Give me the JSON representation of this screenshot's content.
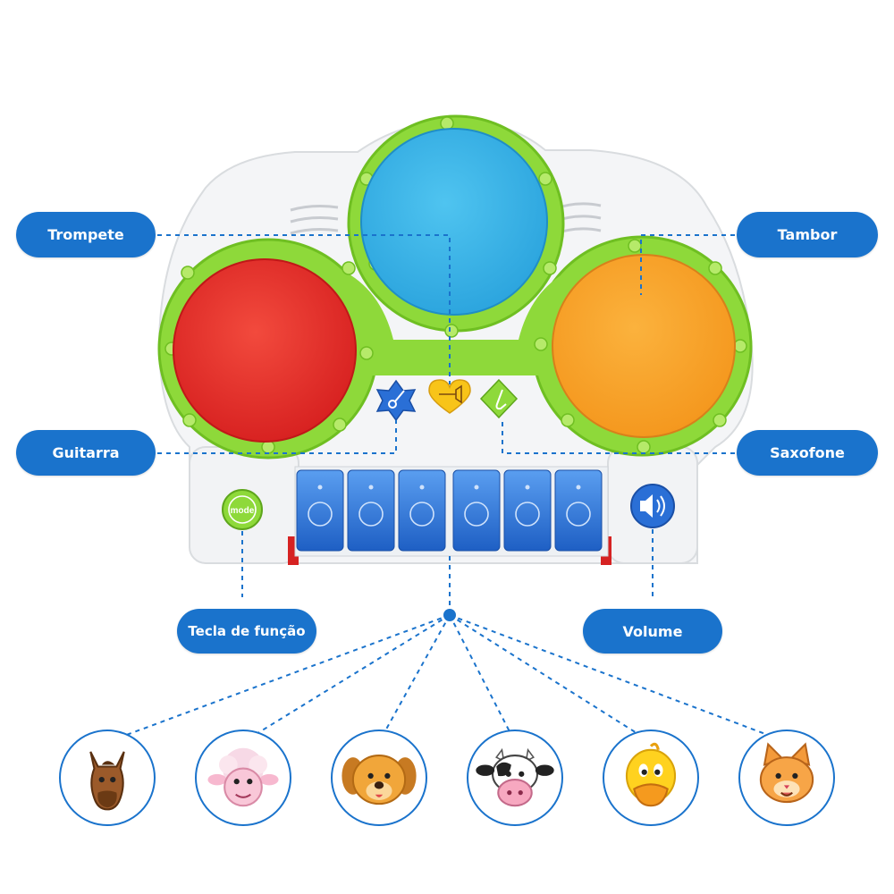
{
  "labels": {
    "trompete": "Trompete",
    "tambor": "Tambor",
    "guitarra": "Guitarra",
    "saxofone": "Saxofone",
    "tecla": "Tecla de função",
    "volume": "Volume"
  },
  "toy": {
    "mode_button_text": "mode"
  },
  "icons": {
    "mode": "mode-button-icon",
    "volume": "speaker-icon",
    "guitar": "guitar-icon",
    "trumpet": "trumpet-icon",
    "saxophone": "saxophone-icon"
  },
  "animals": [
    "horse",
    "sheep",
    "dog",
    "cow",
    "duck",
    "cat"
  ],
  "colors": {
    "label_bg": "#1a73cc",
    "drum_red": "#e52d2d",
    "drum_blue": "#36b4ea",
    "drum_orange": "#f9a52a",
    "frame_green": "#8ed93a",
    "keys_blue": "#2a6fd6"
  }
}
